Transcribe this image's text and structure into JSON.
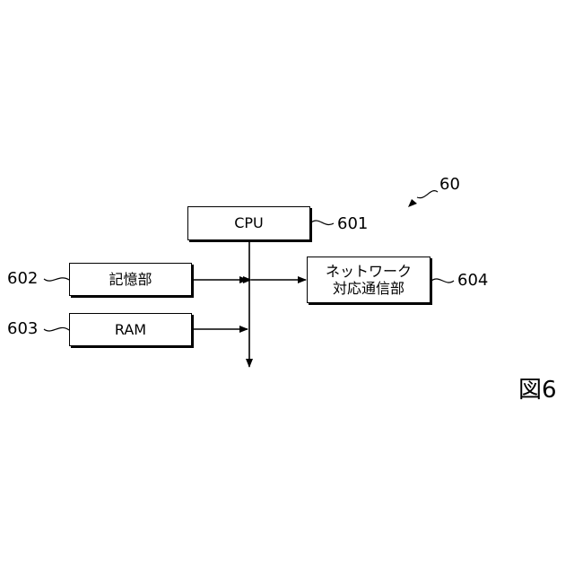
{
  "diagram": {
    "ref_system": "60",
    "figure_label": "図6",
    "boxes": {
      "cpu": {
        "label": "CPU",
        "ref": "601"
      },
      "storage": {
        "label": "記憶部",
        "ref": "602"
      },
      "ram": {
        "label": "RAM",
        "ref": "603"
      },
      "network": {
        "label_line1": "ネットワーク",
        "label_line2": "対応通信部",
        "ref": "604"
      }
    }
  }
}
